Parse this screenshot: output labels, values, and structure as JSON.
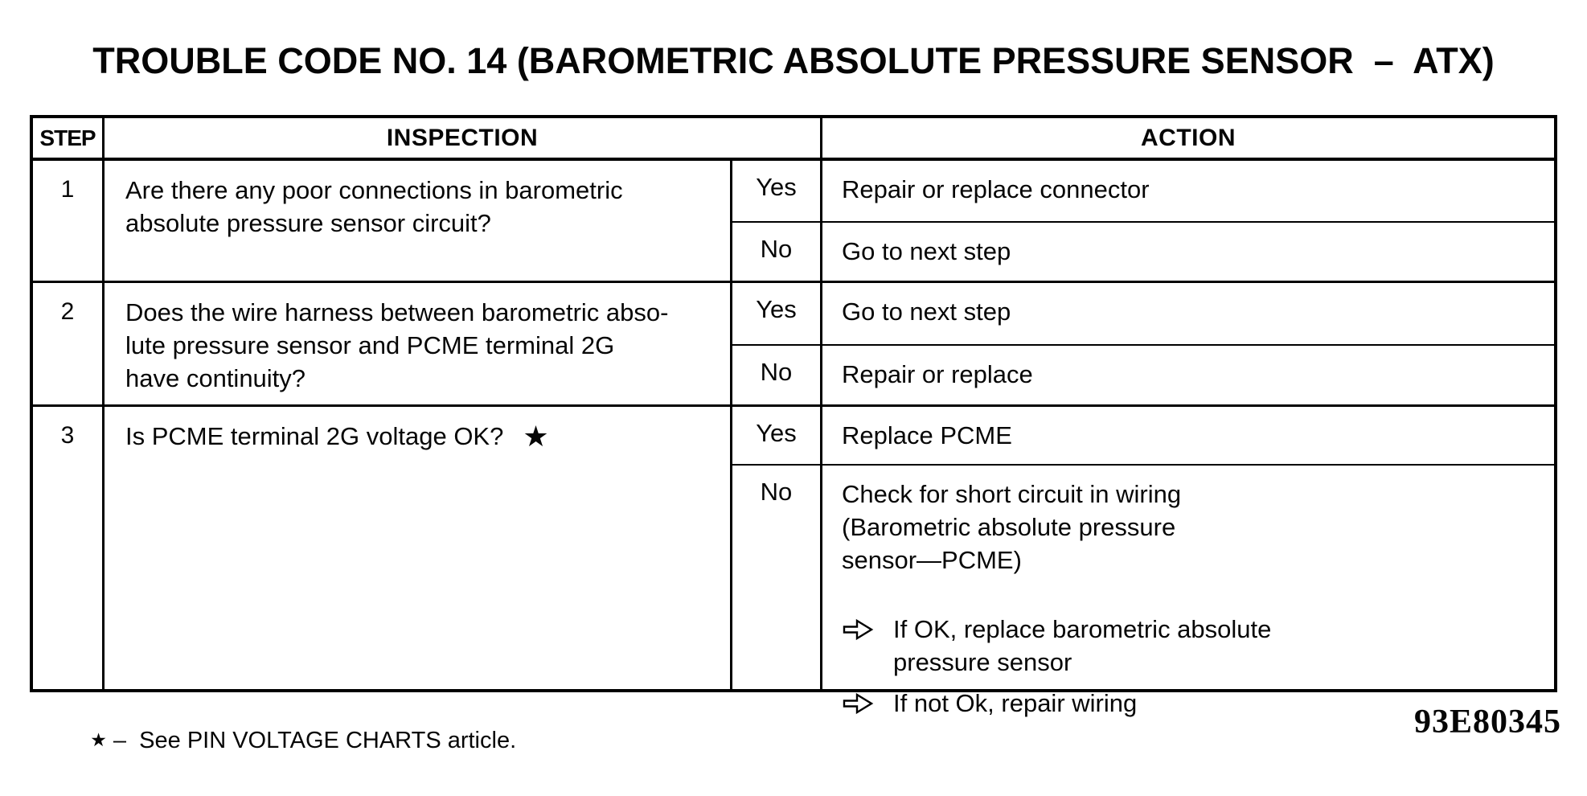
{
  "page": {
    "title": "TROUBLE CODE NO. 14 (BAROMETRIC ABSOLUTE PRESSURE SENSOR  –  ATX)",
    "doc_code": "93E80345"
  },
  "footnote": {
    "symbol": "★",
    "text": " –  See PIN VOLTAGE CHARTS article."
  },
  "table": {
    "headers": {
      "step": "STEP",
      "inspection": "INSPECTION",
      "action": "ACTION"
    },
    "rows": [
      {
        "step": "1",
        "question": [
          "Are there any poor connections in barometric",
          "absolute pressure sensor circuit?"
        ],
        "star": "",
        "branches": [
          {
            "answer": "Yes",
            "action": [
              "Repair or replace connector"
            ]
          },
          {
            "answer": "No",
            "action": [
              "Go to next step"
            ]
          }
        ]
      },
      {
        "step": "2",
        "question": [
          "Does the wire harness between barometric abso-",
          "lute pressure sensor and PCME terminal 2G",
          "have continuity?"
        ],
        "star": "",
        "branches": [
          {
            "answer": "Yes",
            "action": [
              "Go to next step"
            ]
          },
          {
            "answer": "No",
            "action": [
              "Repair or replace"
            ]
          }
        ]
      },
      {
        "step": "3",
        "question": [
          "Is PCME terminal 2G voltage OK?"
        ],
        "star": "★",
        "branches": [
          {
            "answer": "Yes",
            "action": [
              "Replace PCME"
            ]
          },
          {
            "answer": "No",
            "action": [
              "Check for short circuit in wiring",
              "(Barometric absolute pressure",
              "sensor—PCME)"
            ],
            "sub_actions": [
              {
                "icon": "arrow-right-icon",
                "text": [
                  "If OK, replace barometric absolute",
                  "pressure sensor"
                ]
              },
              {
                "icon": "arrow-right-icon",
                "text": [
                  "If not Ok, repair wiring"
                ]
              }
            ]
          }
        ]
      }
    ]
  }
}
